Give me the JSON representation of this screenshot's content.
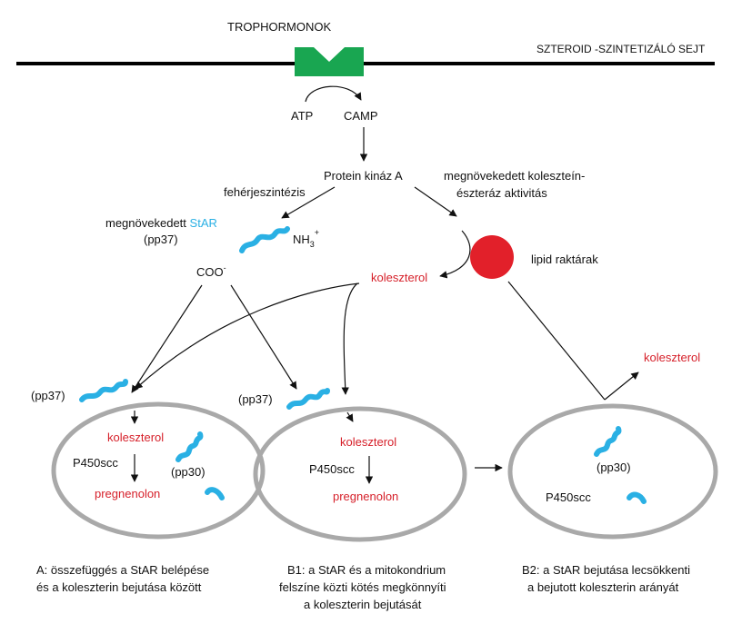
{
  "header": {
    "title": "TROPHORMONOK",
    "cell_label": "SZTEROID -SZINTETIZÁLÓ SEJT"
  },
  "signaling": {
    "atp": "ATP",
    "camp": "CAMP",
    "pka": "Protein kináz A",
    "protein_synthesis": "fehérjeszintézis",
    "increased_star_prefix": "megnövekedett",
    "increased_star_name": "StAR",
    "pp37": "(pp37)",
    "nh3": "NH",
    "nh3_sub": "3",
    "nh3_sup": "+",
    "coo": "COO",
    "coo_sup": "-",
    "esterase_line1": "megnövekedett koleszteín-",
    "esterase_line2": "észteráz aktivitás",
    "koleszterol": "koleszterol",
    "lipid_stores": "lipid raktárak",
    "koleszterol_out": "koleszterol"
  },
  "mito_a": {
    "pp37": "(pp37)",
    "koleszterol": "koleszterol",
    "p450": "P450scc",
    "pregnenolon": "pregnenolon",
    "pp30": "(pp30)",
    "caption_line1": "A: összefüggés a StAR belépése",
    "caption_line2": "és a koleszterin bejutása között"
  },
  "mito_b1": {
    "pp37": "(pp37)",
    "koleszterol": "koleszterol",
    "p450": "P450scc",
    "pregnenolon": "pregnenolon",
    "caption_line1": "B1: a StAR és a mitokondrium",
    "caption_line2": "felszíne közti kötés megkönnyíti",
    "caption_line3": "a koleszterin bejutását"
  },
  "mito_b2": {
    "pp30": "(pp30)",
    "p450": "P450scc",
    "caption_line1": "B2: a StAR bejutása lecsökkenti",
    "caption_line2": "a bejutott koleszterin arányát"
  },
  "colors": {
    "receptor": "#19a651",
    "lipid": "#e2202a",
    "red_text": "#d6202a",
    "star_blue": "#2ab0e4",
    "membrane": "#000000",
    "mito_outline": "#a9a9a9"
  }
}
